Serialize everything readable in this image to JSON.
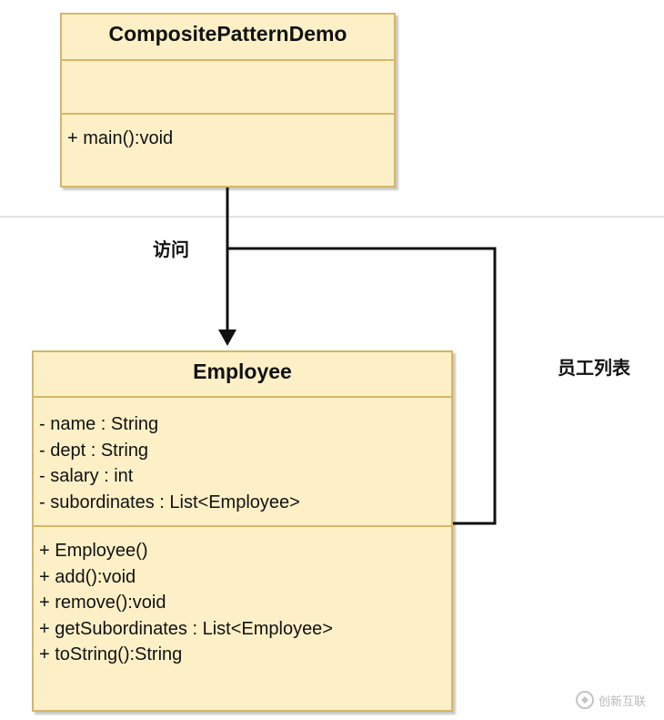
{
  "classes": {
    "composite_demo": {
      "name": "CompositePatternDemo",
      "attributes": [],
      "methods": [
        "+ main():void"
      ]
    },
    "employee": {
      "name": "Employee",
      "attributes": [
        "- name : String",
        "- dept : String",
        "- salary : int",
        "- subordinates : List<Employee>"
      ],
      "methods": [
        "+ Employee()",
        "+ add():void",
        "+ remove():void",
        "+ getSubordinates : List<Employee>",
        "+ toString():String"
      ]
    }
  },
  "relations": {
    "visit_label": "访问",
    "employee_list_label": "员工列表"
  },
  "watermark": {
    "text": "创新互联"
  },
  "colors": {
    "class_fill": "#fdf0c7",
    "class_border": "#d5b669",
    "connector": "#111111"
  }
}
